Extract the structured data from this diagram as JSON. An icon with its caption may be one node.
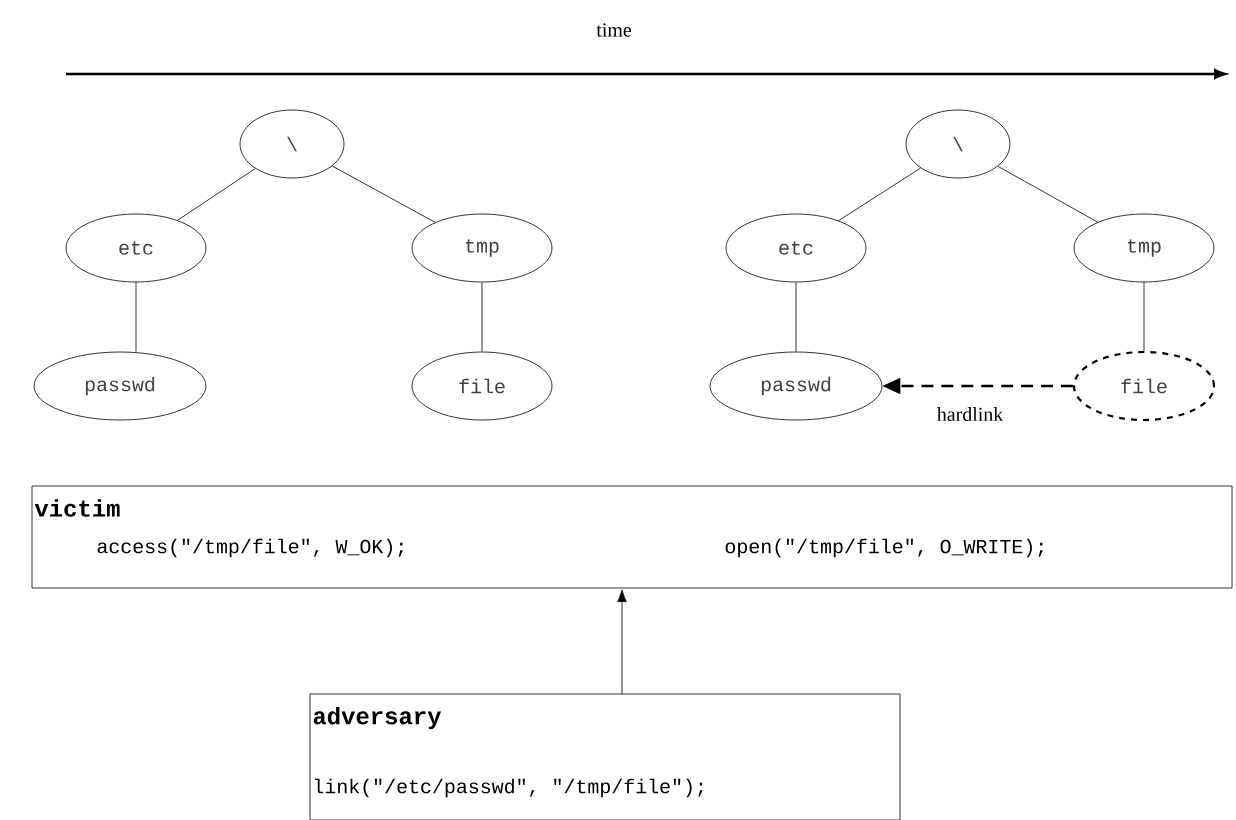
{
  "diagram": {
    "nodes": [
      {
        "text": [
          "\\"
        ]
      },
      {
        "text": [
          "etc"
        ]
      },
      {
        "text": [
          "tmp"
        ]
      },
      {
        "text": [
          "passwd"
        ]
      },
      {
        "text": [
          "file"
        ]
      },
      {
        "text": [
          "\\"
        ]
      },
      {
        "text": [
          "etc"
        ]
      },
      {
        "text": [
          "tmp"
        ]
      },
      {
        "text": [
          "passwd"
        ]
      },
      {
        "text": [
          "file"
        ]
      },
      {
        "text": [
          "victim",
          "access(\"/tmp/file\", W_OK);",
          "open(\"/tmp/file\", O_WRITE);"
        ]
      },
      {
        "text": [
          "adversary",
          "link(\"/etc/passwd\", \"/tmp/file\");"
        ]
      }
    ],
    "edges": [
      {
        "from": 0,
        "to": 1,
        "arrow": "none"
      },
      {
        "from": 0,
        "to": 2,
        "arrow": "none"
      },
      {
        "from": 1,
        "to": 3,
        "arrow": "none"
      },
      {
        "from": 2,
        "to": 4,
        "arrow": "none"
      },
      {
        "from": 5,
        "to": 6,
        "arrow": "none"
      },
      {
        "from": 5,
        "to": 7,
        "arrow": "none"
      },
      {
        "from": 6,
        "to": 8,
        "arrow": "none"
      },
      {
        "from": 7,
        "to": 9,
        "arrow": "none"
      },
      {
        "from": 9,
        "to": 8,
        "arrow": "to",
        "label": "hardlink",
        "style": "dashed"
      },
      {
        "from": 11,
        "to": 10,
        "arrow": "to"
      }
    ],
    "labels": [
      "time"
    ]
  }
}
